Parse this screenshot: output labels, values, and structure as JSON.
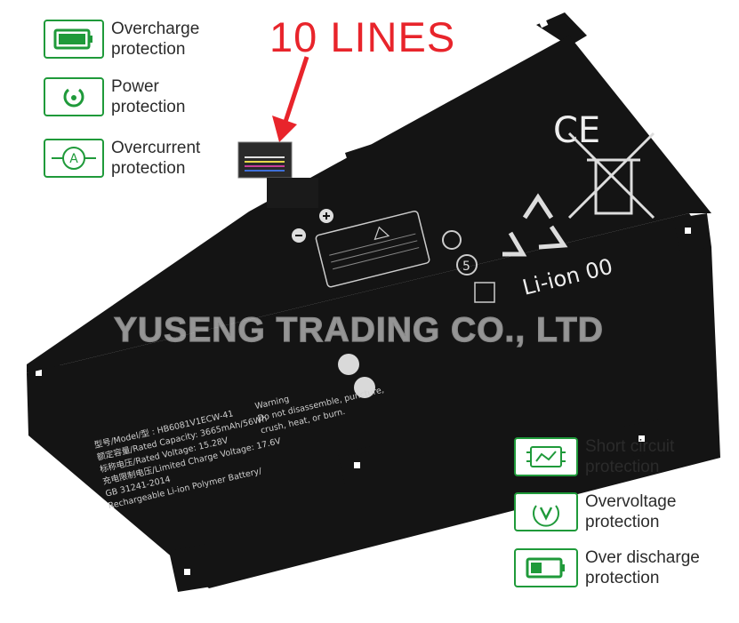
{
  "headline": "10 LINES",
  "features_left": [
    {
      "label": "Overcharge\nprotection",
      "icon": "battery-full-icon"
    },
    {
      "label": "Power\nprotection",
      "icon": "power-icon"
    },
    {
      "label": "Overcurrent\nprotection",
      "icon": "ammeter-icon"
    }
  ],
  "features_right": [
    {
      "label": "Short circuit\nprotection",
      "icon": "circuit-board-icon"
    },
    {
      "label": "Overvoltage\nprotection",
      "icon": "voltage-icon"
    },
    {
      "label": "Over discharge\nprotection",
      "icon": "battery-low-icon"
    }
  ],
  "watermark": "YUSENG TRADING CO., LTD",
  "battery": {
    "chemistry_label": "Li-ion 00",
    "model_line": "型号/Model/型 : HB6081V1ECW-41",
    "rated_capacity": "额定容量/Rated Capacity: 3665mAh/56Wh",
    "rated_voltage": "标称电压/Rated Voltage: 15.28V",
    "charge_voltage": "充电限制电压/Limited Charge Voltage: 17.6V",
    "standard": "GB 31241-2014",
    "type_line": "Rechargeable Li-ion Polymer Battery/",
    "warning_title": "Warning",
    "warning_text": "Do not disassemble, puncture,",
    "warning_text2": "crush, heat, or burn.",
    "recycle_number": "5",
    "ce_mark": "CE"
  },
  "colors": {
    "accent_green": "#1f9a3a",
    "headline_red": "#e8242b",
    "battery_body": "#141414"
  }
}
